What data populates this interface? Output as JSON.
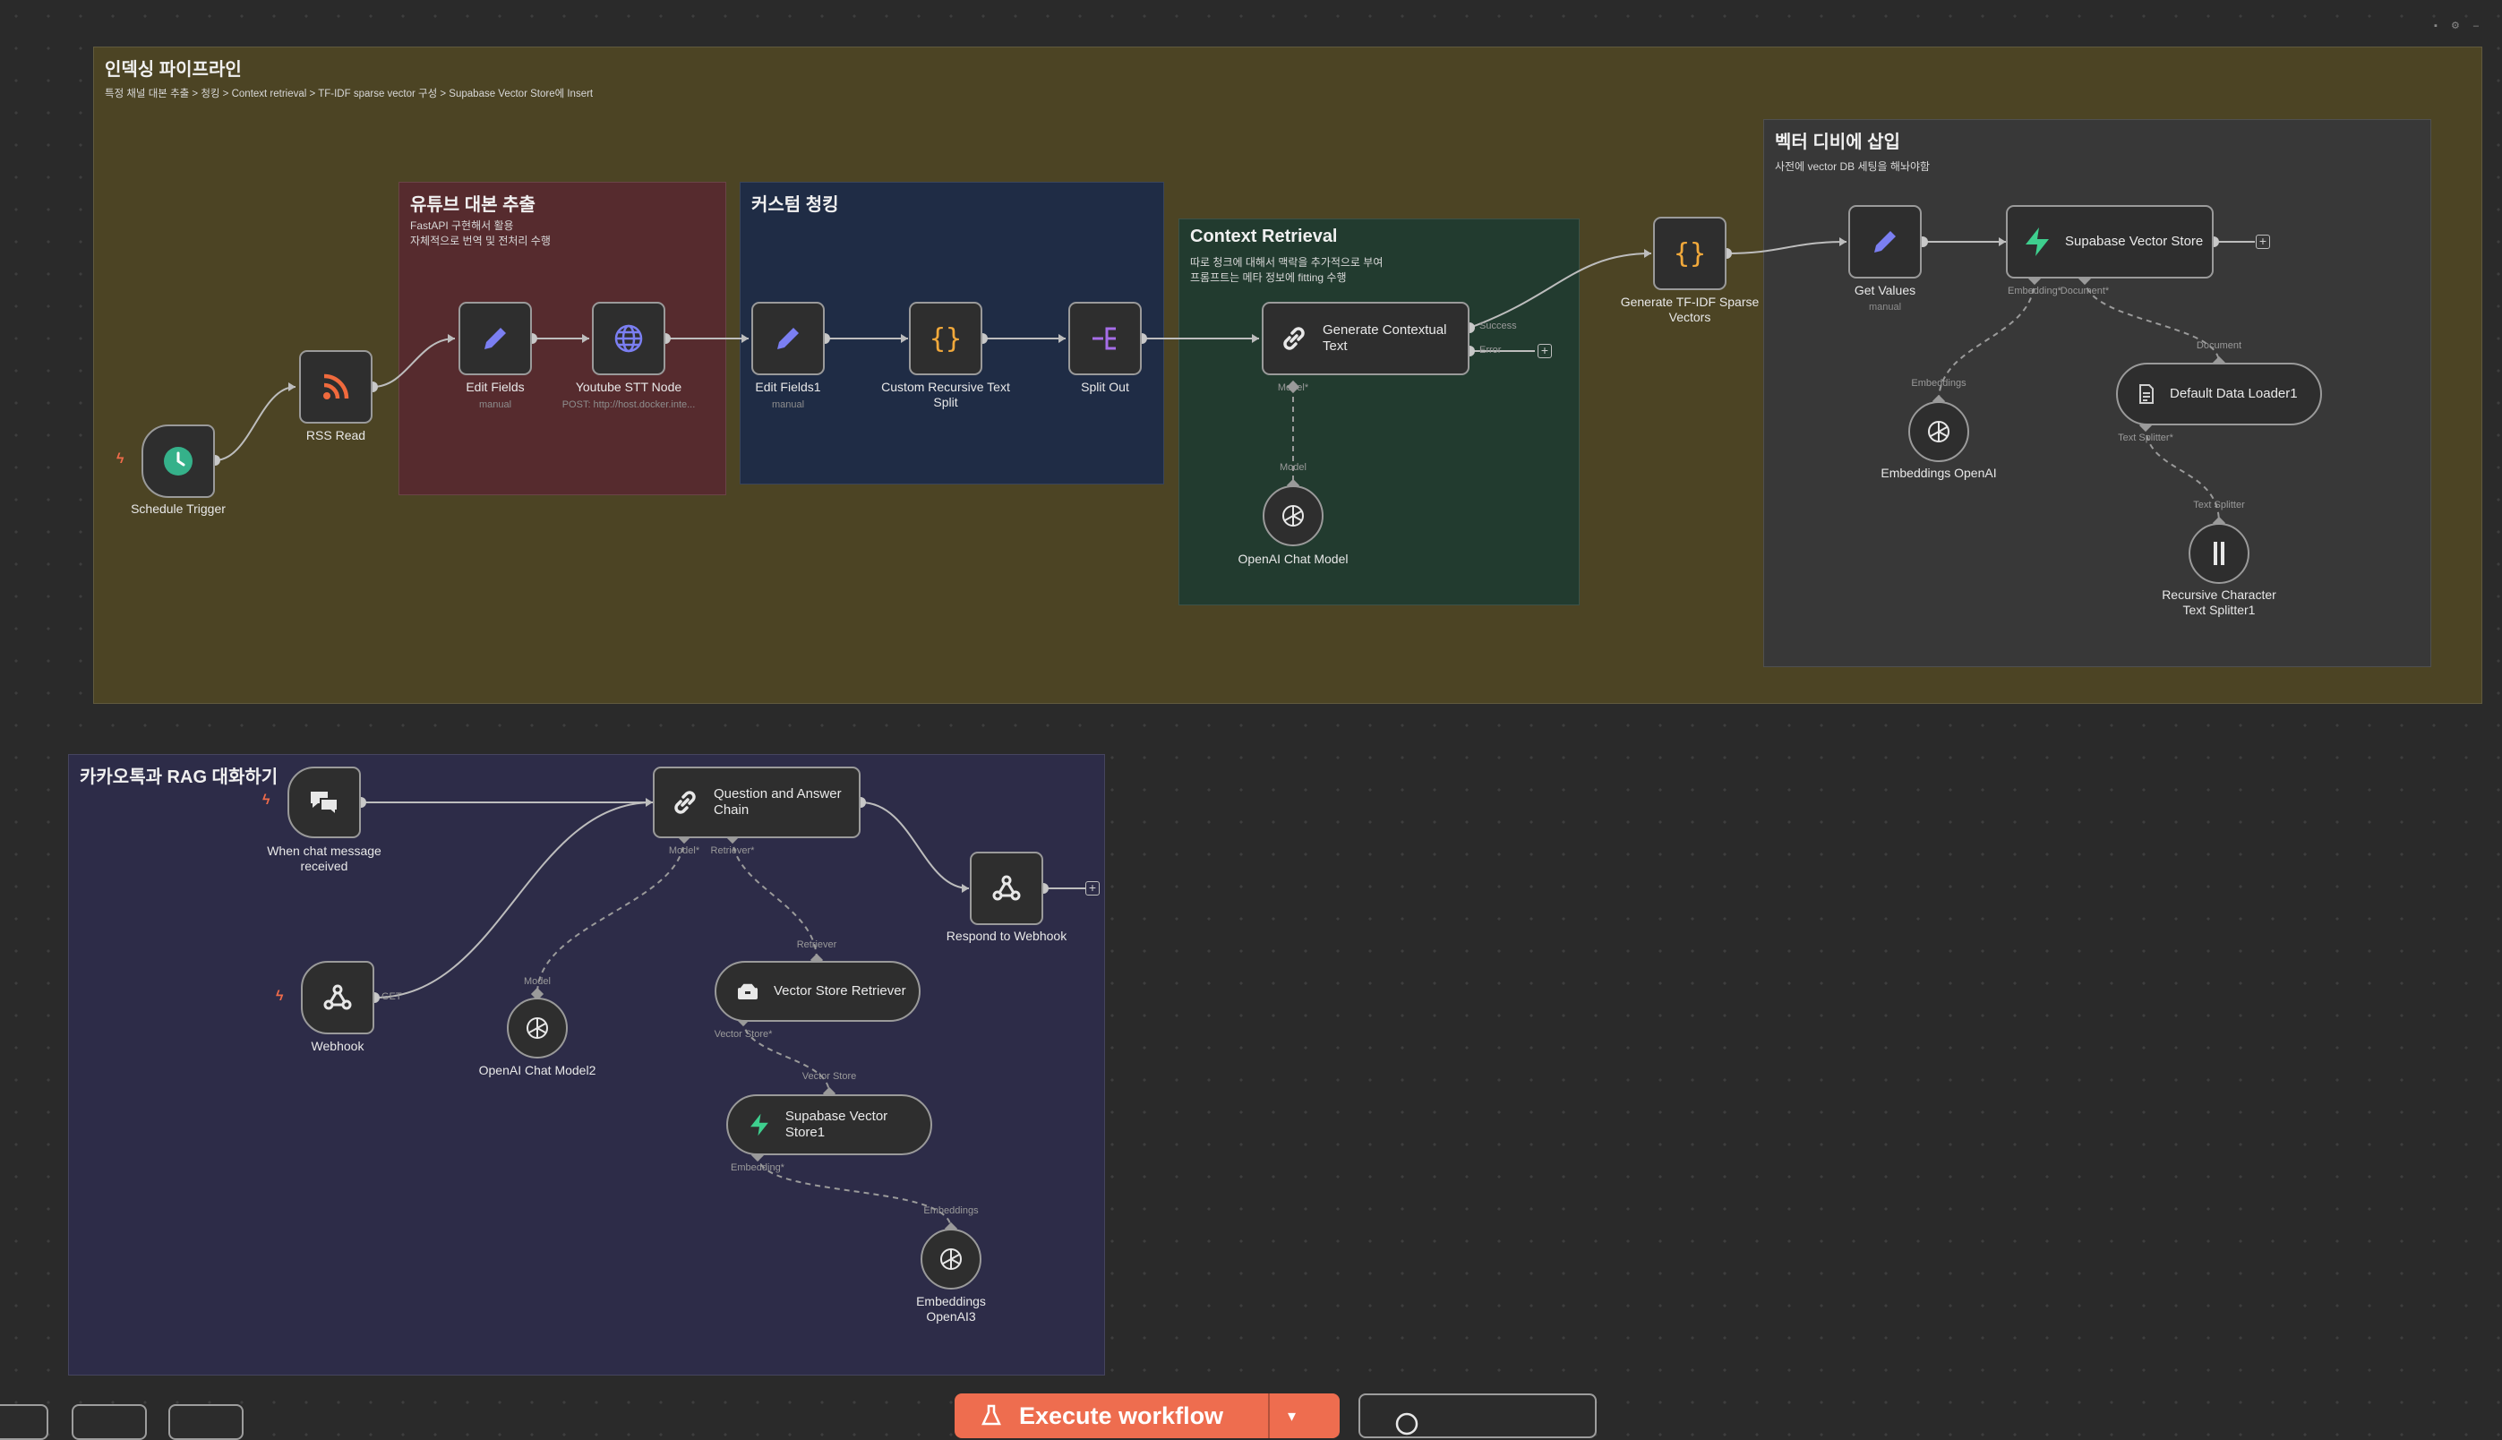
{
  "colors": {
    "canvas": "#2a2a2a",
    "indexing_group": "#4c4424",
    "youtube_group": "#562b2e",
    "chunking_group": "#1f2c45",
    "context_group": "#223b2f",
    "vector_group": "#383838",
    "kakao_group": "#2d2c48",
    "accent": "#ee6d4f"
  },
  "groups": {
    "indexing": {
      "title": "인덱싱 파이프라인",
      "desc": "특정 채널 대본 추출 > 청킹 > Context retrieval > TF-IDF sparse vector 구성 > Supabase Vector Store에 Insert"
    },
    "youtube": {
      "title": "유튜브 대본 추출",
      "desc": "FastAPI 구현해서 활용\n자체적으로 번역 및 전처리 수행"
    },
    "chunking": {
      "title": "커스텀 청킹"
    },
    "context": {
      "title": "Context Retrieval",
      "desc": "따로 청크에 대해서 맥락을 추가적으로 부여\n프롬프트는 메타 정보에 fitting 수행"
    },
    "vector": {
      "title": "벡터 디비에 삽입",
      "desc": "사전에 vector DB 세팅을 해놔야함"
    },
    "kakao": {
      "title": "카카오톡과 RAG 대화하기"
    }
  },
  "nodes": {
    "schedule_trigger": {
      "label": "Schedule Trigger",
      "icon": "clock-icon"
    },
    "rss_read": {
      "label": "RSS Read",
      "icon": "rss-icon"
    },
    "edit_fields": {
      "label": "Edit Fields",
      "sub": "manual",
      "icon": "pencil-icon"
    },
    "youtube_stt": {
      "label": "Youtube STT Node",
      "sub": "POST: http://host.docker.inte...",
      "icon": "globe-icon"
    },
    "edit_fields1": {
      "label": "Edit Fields1",
      "sub": "manual",
      "icon": "pencil-icon"
    },
    "custom_split": {
      "label": "Custom Recursive Text\nSplit",
      "icon": "code-braces-icon"
    },
    "split_out": {
      "label": "Split Out",
      "icon": "split-out-icon"
    },
    "gen_context": {
      "label": "Generate Contextual\nText",
      "icon": "chain-link-icon"
    },
    "gen_context_ports": {
      "success": "Success",
      "error": "Error",
      "model": "Model*"
    },
    "openai_chat": {
      "label": "OpenAI Chat Model",
      "port": "Model",
      "icon": "openai-icon"
    },
    "tfidf": {
      "label": "Generate TF-IDF Sparse\nVectors",
      "icon": "code-braces-icon"
    },
    "get_values": {
      "label": "Get Values",
      "sub": "manual",
      "icon": "pencil-icon"
    },
    "supabase": {
      "label": "Supabase Vector Store",
      "icon": "supabase-icon",
      "port_embedding": "Embedding*",
      "port_document": "Document*"
    },
    "embeddings_openai": {
      "label": "Embeddings OpenAI",
      "port": "Embeddings",
      "icon": "openai-icon"
    },
    "default_loader": {
      "label": "Default Data Loader1",
      "port": "Document",
      "port_splitter": "Text Splitter*",
      "icon": "document-icon"
    },
    "recursive_splitter": {
      "label": "Recursive Character\nText Splitter1",
      "port": "Text Splitter",
      "icon": "splitter-icon"
    },
    "chat_trigger": {
      "label": "When chat message\nreceived",
      "icon": "chat-bubbles-icon"
    },
    "qa_chain": {
      "label": "Question and Answer\nChain",
      "icon": "chain-link-icon",
      "port_model": "Model*",
      "port_retriever": "Retriever*"
    },
    "respond_webhook": {
      "label": "Respond to Webhook",
      "icon": "webhook-icon"
    },
    "webhook": {
      "label": "Webhook",
      "port": "GET",
      "icon": "webhook-icon"
    },
    "openai_chat2": {
      "label": "OpenAI Chat Model2",
      "port": "Model",
      "icon": "openai-icon"
    },
    "vs_retriever": {
      "label": "Vector Store Retriever",
      "port": "Retriever",
      "port_vs": "Vector Store*",
      "icon": "retriever-icon"
    },
    "supabase1": {
      "label": "Supabase Vector Store1",
      "port": "Vector Store",
      "port_embedding": "Embedding*",
      "icon": "supabase-icon"
    },
    "embeddings_openai3": {
      "label": "Embeddings\nOpenAI3",
      "port": "Embeddings",
      "icon": "openai-icon"
    }
  },
  "toolbar": {
    "execute_label": "Execute workflow"
  }
}
